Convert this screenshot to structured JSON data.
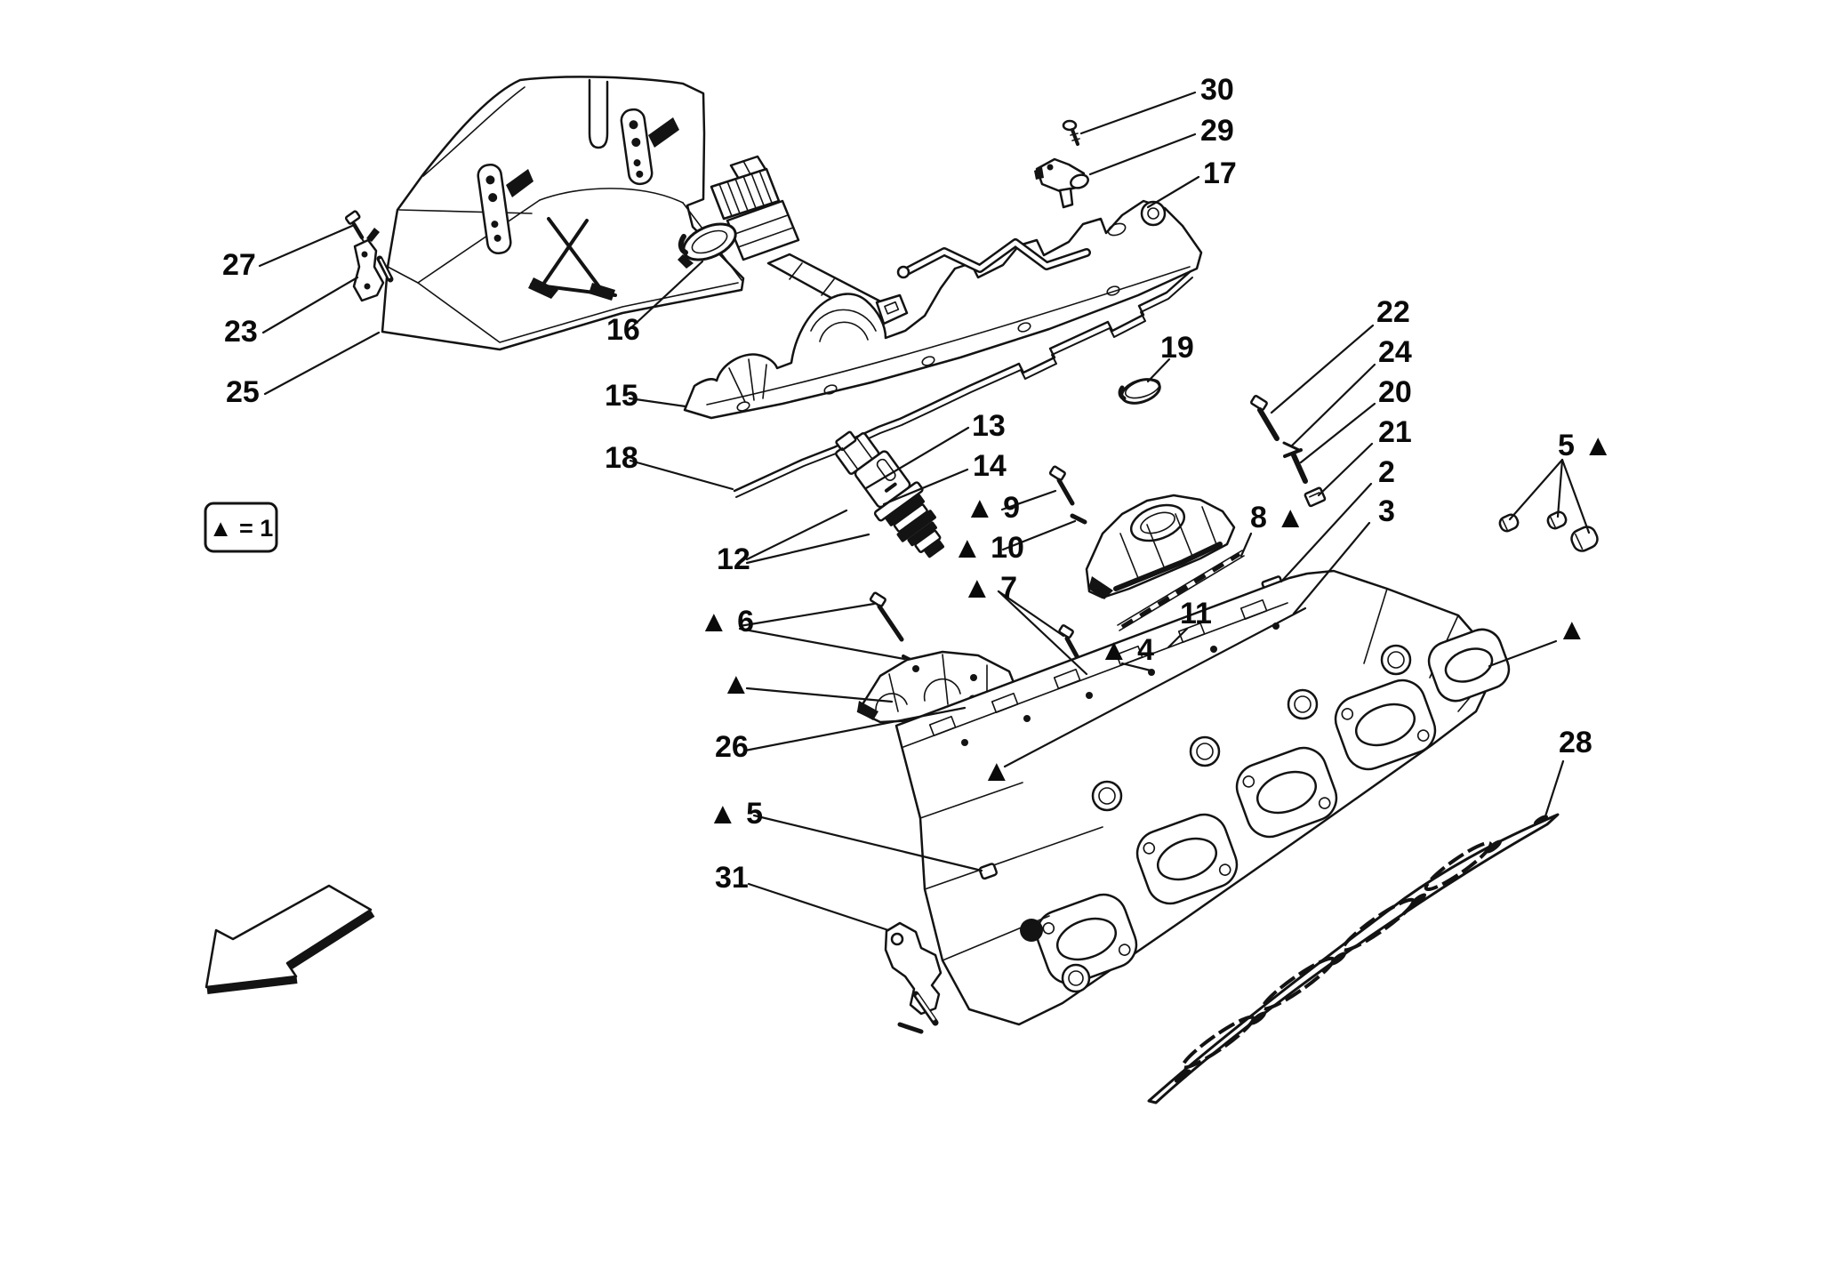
{
  "page": {
    "background": "#ffffff",
    "ink": "#131313"
  },
  "legend": {
    "text": "▲ = 1"
  },
  "labels": [
    {
      "id": "30",
      "text": "30"
    },
    {
      "id": "29",
      "text": "29"
    },
    {
      "id": "17",
      "text": "17"
    },
    {
      "id": "27",
      "text": "27"
    },
    {
      "id": "23",
      "text": "23"
    },
    {
      "id": "25",
      "text": "25"
    },
    {
      "id": "16",
      "text": "16"
    },
    {
      "id": "15",
      "text": "15"
    },
    {
      "id": "18",
      "text": "18"
    },
    {
      "id": "13",
      "text": "13"
    },
    {
      "id": "14",
      "text": "14"
    },
    {
      "id": "12",
      "text": "12"
    },
    {
      "id": "9",
      "text": "▲ 9"
    },
    {
      "id": "10",
      "text": "▲ 10"
    },
    {
      "id": "7",
      "text": "▲ 7"
    },
    {
      "id": "6",
      "text": "▲ 6"
    },
    {
      "id": "marker-a",
      "text": "▲"
    },
    {
      "id": "26",
      "text": "26"
    },
    {
      "id": "5-left",
      "text": "▲ 5"
    },
    {
      "id": "31",
      "text": "31"
    },
    {
      "id": "marker-b",
      "text": "▲"
    },
    {
      "id": "4",
      "text": "▲ 4"
    },
    {
      "id": "11",
      "text": "11"
    },
    {
      "id": "19",
      "text": "19"
    },
    {
      "id": "22",
      "text": "22"
    },
    {
      "id": "24",
      "text": "24"
    },
    {
      "id": "20",
      "text": "20"
    },
    {
      "id": "21",
      "text": "21"
    },
    {
      "id": "2",
      "text": "2"
    },
    {
      "id": "3",
      "text": "3"
    },
    {
      "id": "8",
      "text": "8 ▲"
    },
    {
      "id": "5-right",
      "text": "5 ▲"
    },
    {
      "id": "marker-c",
      "text": "▲"
    },
    {
      "id": "28",
      "text": "28"
    }
  ]
}
